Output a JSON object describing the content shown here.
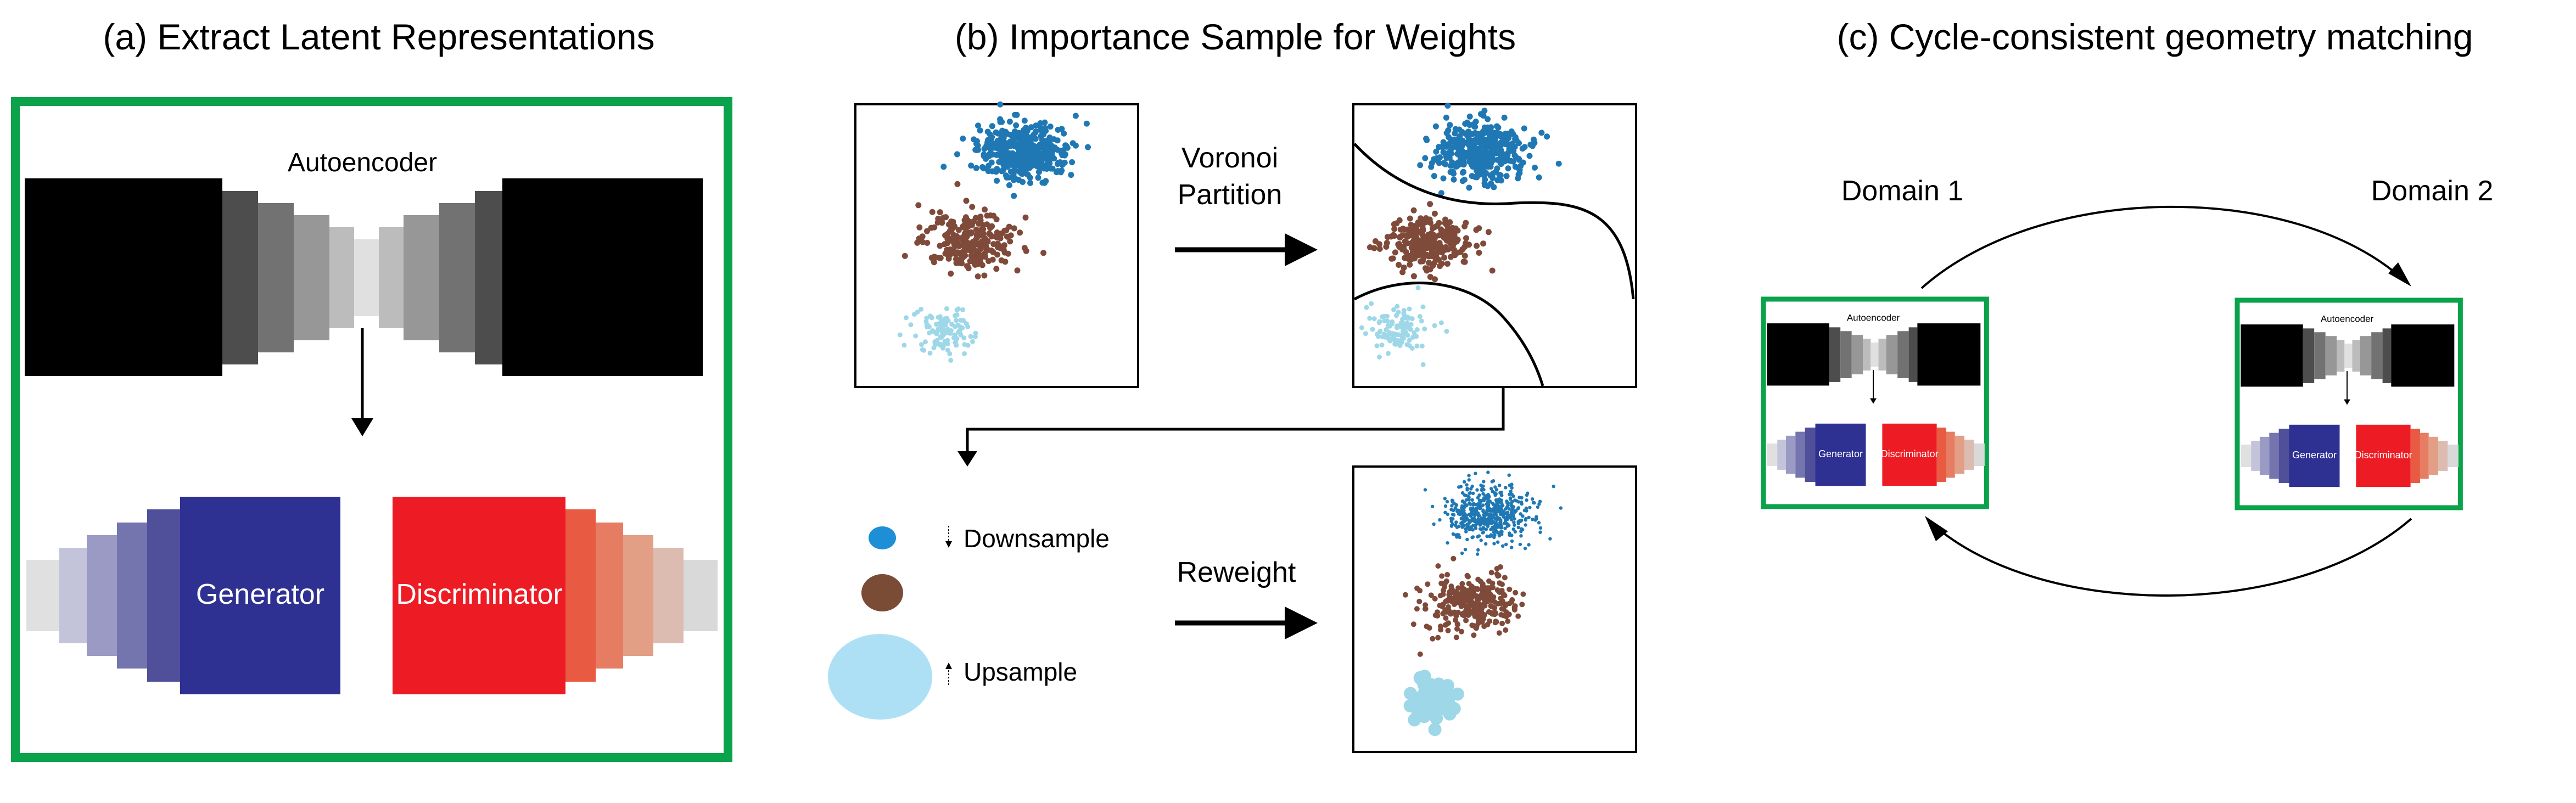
{
  "panels": {
    "a": {
      "title": "(a) Extract Latent Representations",
      "autoencoder_label": "Autoencoder",
      "generator_label": "Generator",
      "discriminator_label": "Discriminator"
    },
    "b": {
      "title": "(b) Importance Sample for Weights",
      "voronoi_label_line1": "Voronoi",
      "voronoi_label_line2": "Partition",
      "reweight_label": "Reweight",
      "downsample_label": "Downsample",
      "upsample_label": "Upsample"
    },
    "c": {
      "title": "(c) Cycle-consistent geometry matching",
      "domain1_label": "Domain 1",
      "domain2_label": "Domain 2",
      "mini_autoencoder_label": "Autoencoder",
      "mini_generator_label": "Generator",
      "mini_discriminator_label": "Discriminator"
    }
  },
  "colors": {
    "frame_green": "#0aa24a",
    "generator_blue": "#2e3192",
    "discriminator_red": "#ed1c24",
    "cluster_blue": "#1f78b4",
    "cluster_brown": "#7f4a3a",
    "cluster_light": "#9ed8e8",
    "dot_blue": "#1c8fd6",
    "dot_brown": "#7a4c35",
    "dot_light": "#aee0f5"
  }
}
